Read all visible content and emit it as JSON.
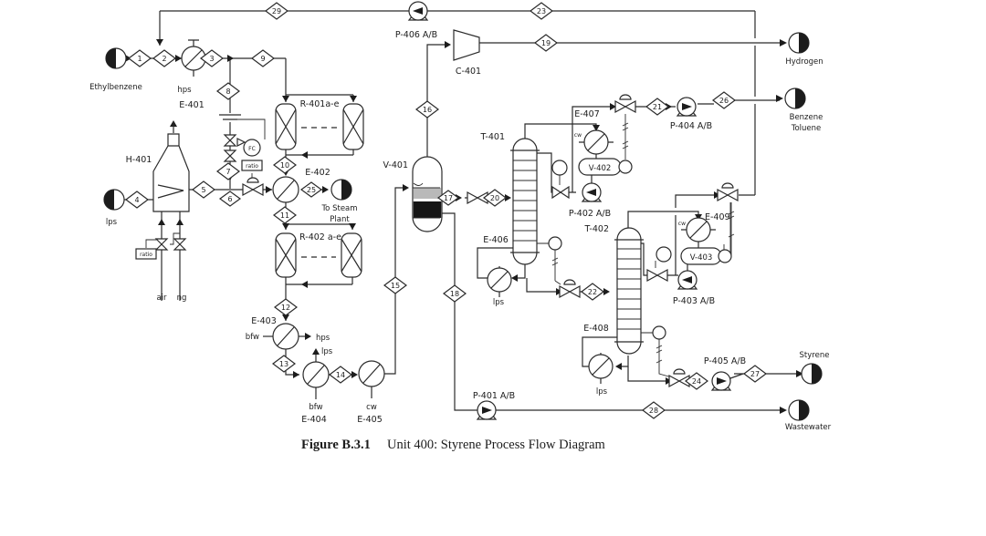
{
  "figure": {
    "label": "Figure B.3.1",
    "caption": "Unit 400: Styrene Process Flow Diagram"
  },
  "feeds": {
    "ethylbenzene": "Ethylbenzene",
    "lps": "lps",
    "air": "air",
    "ng": "ng"
  },
  "products": {
    "hydrogen": "Hydrogen",
    "benzene": "Benzene",
    "toluene": "Toluene",
    "styrene": "Styrene",
    "wastewater": "Wastewater",
    "to_steam_line1": "To Steam",
    "to_steam_line2": "Plant"
  },
  "equipment": {
    "H401": "H-401",
    "E401": "E-401",
    "E402": "E-402",
    "E403": "E-403",
    "E404": "E-404",
    "E405": "E-405",
    "E406": "E-406",
    "E407": "E-407",
    "E408": "E-408",
    "E409": "E-409",
    "R401": "R-401a-e",
    "R402": "R-402 a-e",
    "V401": "V-401",
    "V402": "V-402",
    "V403": "V-403",
    "C401": "C-401",
    "T401": "T-401",
    "T402": "T-402",
    "P401": "P-401 A/B",
    "P402": "P-402 A/B",
    "P403": "P-403 A/B",
    "P404": "P-404 A/B",
    "P405": "P-405 A/B",
    "P406": "P-406 A/B"
  },
  "utilities": {
    "hps_e401": "hps",
    "hps_e403": "hps",
    "bfw_e403": "bfw",
    "lps_e404": "lps",
    "bfw_e404": "bfw",
    "cw_e405": "cw",
    "lps_e406": "lps",
    "cw_e407": "cw",
    "lps_e408": "lps",
    "cw_e409": "cw"
  },
  "instruments": {
    "fc": "FC",
    "ratio_steam": "ratio",
    "ratio_fuel": "ratio"
  },
  "streams": {
    "1": "1",
    "2": "2",
    "3": "3",
    "4": "4",
    "5": "5",
    "6": "6",
    "7": "7",
    "8": "8",
    "9": "9",
    "10": "10",
    "11": "11",
    "12": "12",
    "13": "13",
    "14": "14",
    "15": "15",
    "16": "16",
    "17": "17",
    "18": "18",
    "19": "19",
    "20": "20",
    "21": "21",
    "22": "22",
    "23": "23",
    "24": "24",
    "25": "25",
    "26": "26",
    "27": "27",
    "28": "28",
    "29": "29"
  }
}
